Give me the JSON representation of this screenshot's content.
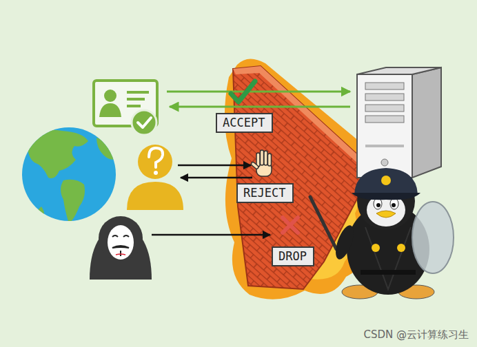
{
  "diagram": {
    "nodes": [
      {
        "text": [
          "ACCEPT"
        ]
      },
      {
        "text": [
          "REJECT"
        ]
      },
      {
        "text": [
          "DROP"
        ]
      }
    ],
    "labels": [
      "CSDN @云计算练习生"
    ]
  }
}
